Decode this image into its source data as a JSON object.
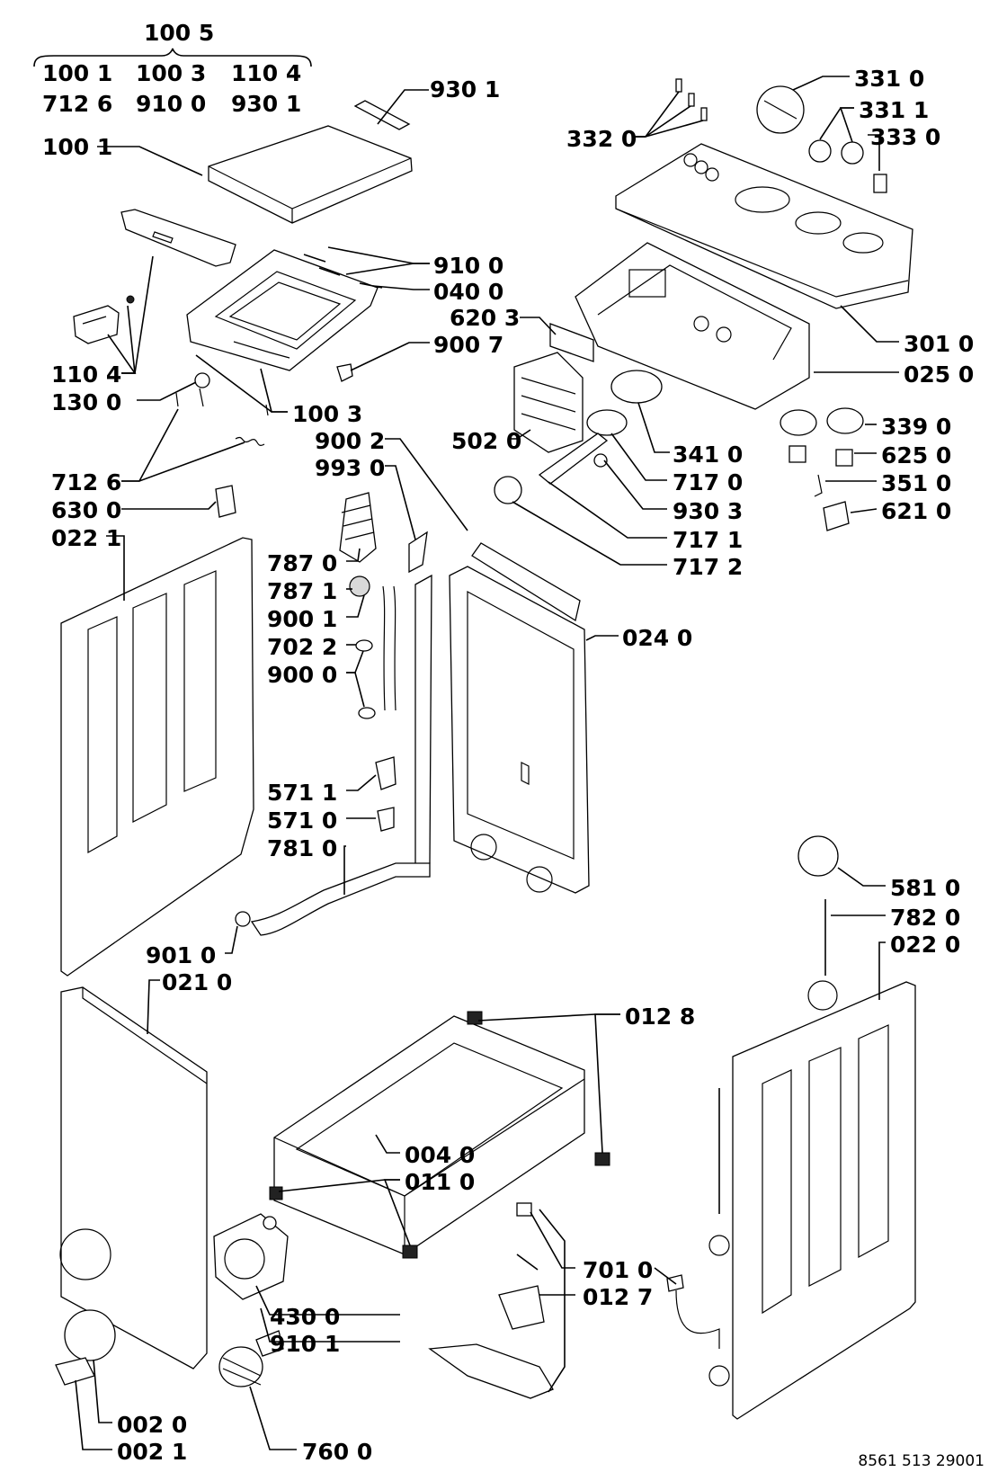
{
  "labels": [
    {
      "id": "1005",
      "text": "100 5"
    },
    {
      "id": "1001a",
      "text": "100 1"
    },
    {
      "id": "1003a",
      "text": "100 3"
    },
    {
      "id": "1104a",
      "text": "110 4"
    },
    {
      "id": "7126a",
      "text": "712 6"
    },
    {
      "id": "9100a",
      "text": "910 0"
    },
    {
      "id": "9301a",
      "text": "930 1"
    },
    {
      "id": "9301b",
      "text": "930 1"
    },
    {
      "id": "1001b",
      "text": "100 1"
    },
    {
      "id": "9100b",
      "text": "910 0"
    },
    {
      "id": "0400",
      "text": "040 0"
    },
    {
      "id": "6203",
      "text": "620 3"
    },
    {
      "id": "9007",
      "text": "900 7"
    },
    {
      "id": "1104b",
      "text": "110 4"
    },
    {
      "id": "1300",
      "text": "130 0"
    },
    {
      "id": "1003b",
      "text": "100 3"
    },
    {
      "id": "9002",
      "text": "900 2"
    },
    {
      "id": "9930",
      "text": "993 0"
    },
    {
      "id": "7126b",
      "text": "712 6"
    },
    {
      "id": "6300",
      "text": "630 0"
    },
    {
      "id": "0221",
      "text": "022 1"
    },
    {
      "id": "3310",
      "text": "331 0"
    },
    {
      "id": "3311",
      "text": "331 1"
    },
    {
      "id": "3320",
      "text": "332 0"
    },
    {
      "id": "3330",
      "text": "333 0"
    },
    {
      "id": "3010",
      "text": "301 0"
    },
    {
      "id": "0250",
      "text": "025 0"
    },
    {
      "id": "5020",
      "text": "502 0"
    },
    {
      "id": "3390",
      "text": "339 0"
    },
    {
      "id": "6250",
      "text": "625 0"
    },
    {
      "id": "3410",
      "text": "341 0"
    },
    {
      "id": "3510",
      "text": "351 0"
    },
    {
      "id": "7170",
      "text": "717 0"
    },
    {
      "id": "6210",
      "text": "621 0"
    },
    {
      "id": "9303",
      "text": "930 3"
    },
    {
      "id": "7171",
      "text": "717 1"
    },
    {
      "id": "7172",
      "text": "717 2"
    },
    {
      "id": "7870",
      "text": "787 0"
    },
    {
      "id": "7871",
      "text": "787 1"
    },
    {
      "id": "9001",
      "text": "900 1"
    },
    {
      "id": "7022",
      "text": "702 2"
    },
    {
      "id": "9000",
      "text": "900 0"
    },
    {
      "id": "0240",
      "text": "024 0"
    },
    {
      "id": "5711",
      "text": "571 1"
    },
    {
      "id": "5710",
      "text": "571 0"
    },
    {
      "id": "7810",
      "text": "781 0"
    },
    {
      "id": "9010",
      "text": "901 0"
    },
    {
      "id": "0210",
      "text": "021 0"
    },
    {
      "id": "5810",
      "text": "581 0"
    },
    {
      "id": "7820",
      "text": "782 0"
    },
    {
      "id": "0220",
      "text": "022 0"
    },
    {
      "id": "0128",
      "text": "012 8"
    },
    {
      "id": "0040",
      "text": "004 0"
    },
    {
      "id": "0110",
      "text": "011 0"
    },
    {
      "id": "4300",
      "text": "430 0"
    },
    {
      "id": "9101",
      "text": "910 1"
    },
    {
      "id": "7010",
      "text": "701 0"
    },
    {
      "id": "0127",
      "text": "012 7"
    },
    {
      "id": "0020",
      "text": "002 0"
    },
    {
      "id": "0021",
      "text": "002 1"
    },
    {
      "id": "7600",
      "text": "760 0"
    }
  ],
  "doc_number": "8561 513 29001"
}
